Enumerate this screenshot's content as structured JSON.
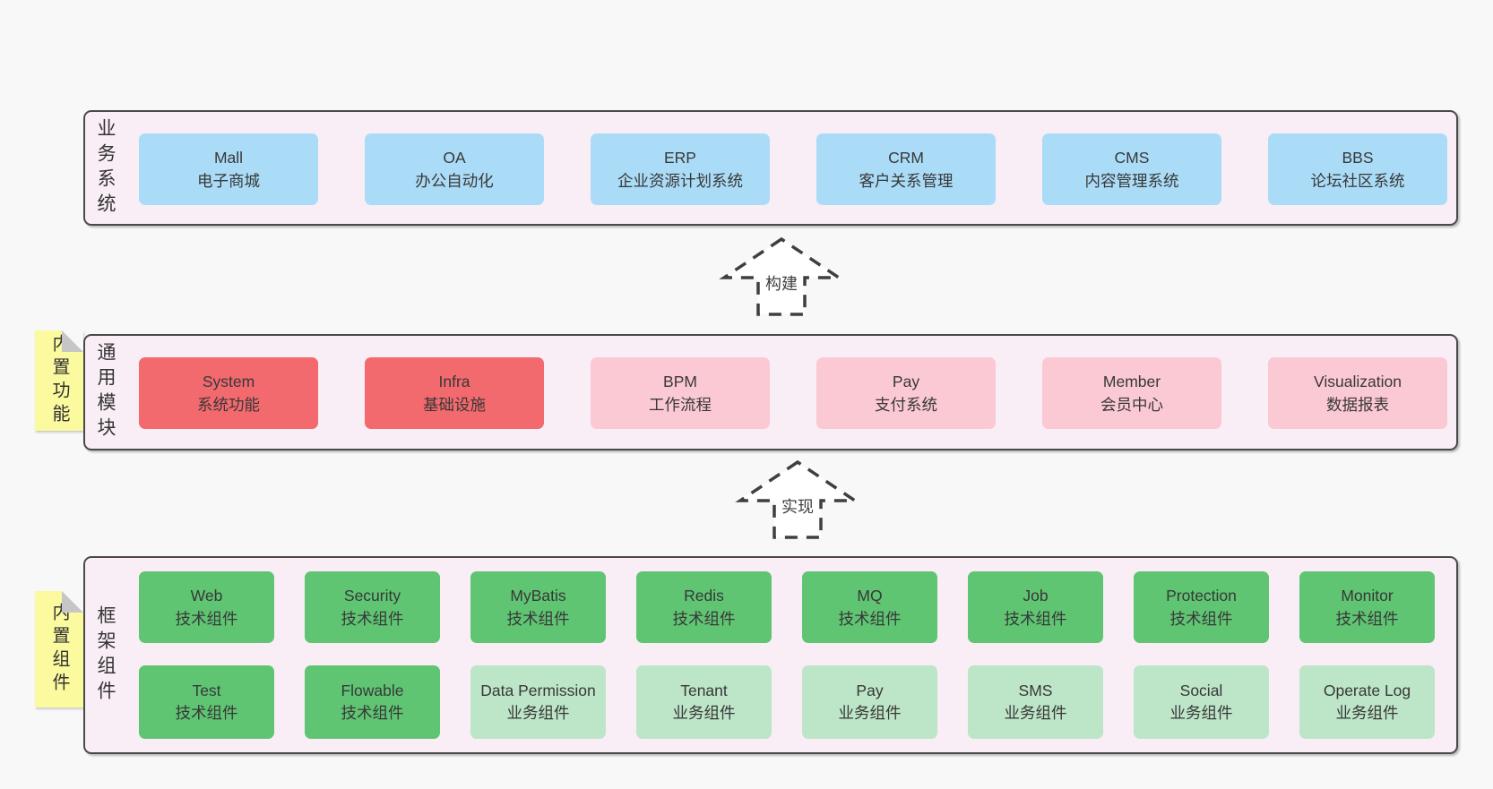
{
  "diagram": {
    "colors": {
      "page_bg": "#f8f8f8",
      "section_bg": "#f9edf6",
      "section_border": "#4a4a4a",
      "blue_box": "#abdcf7",
      "red_box": "#f2696e",
      "pink_box": "#fbc9d3",
      "green_box": "#5fc573",
      "light_green_box": "#bde5c8",
      "sticky_tab": "#fbfa9e",
      "fold_gray": "#c6c6c6",
      "text": "#383838"
    },
    "arrows": {
      "build": "构建",
      "implement": "实现"
    },
    "sections": {
      "business": {
        "label": "业务系统",
        "boxes": [
          {
            "title": "Mall",
            "subtitle": "电子商城"
          },
          {
            "title": "OA",
            "subtitle": "办公自动化"
          },
          {
            "title": "ERP",
            "subtitle": "企业资源计划系统"
          },
          {
            "title": "CRM",
            "subtitle": "客户关系管理"
          },
          {
            "title": "CMS",
            "subtitle": "内容管理系统"
          },
          {
            "title": "BBS",
            "subtitle": "论坛社区系统"
          }
        ]
      },
      "modules": {
        "label": "通用模块",
        "tab": "内置功能",
        "boxes": [
          {
            "title": "System",
            "subtitle": "系统功能",
            "variant": "red"
          },
          {
            "title": "Infra",
            "subtitle": "基础设施",
            "variant": "red"
          },
          {
            "title": "BPM",
            "subtitle": "工作流程",
            "variant": "pink"
          },
          {
            "title": "Pay",
            "subtitle": "支付系统",
            "variant": "pink"
          },
          {
            "title": "Member",
            "subtitle": "会员中心",
            "variant": "pink"
          },
          {
            "title": "Visualization",
            "subtitle": "数据报表",
            "variant": "pink"
          }
        ]
      },
      "components": {
        "label": "框架组件",
        "tab": "内置组件",
        "row1": [
          {
            "title": "Web",
            "subtitle": "技术组件",
            "variant": "green"
          },
          {
            "title": "Security",
            "subtitle": "技术组件",
            "variant": "green"
          },
          {
            "title": "MyBatis",
            "subtitle": "技术组件",
            "variant": "green"
          },
          {
            "title": "Redis",
            "subtitle": "技术组件",
            "variant": "green"
          },
          {
            "title": "MQ",
            "subtitle": "技术组件",
            "variant": "green"
          },
          {
            "title": "Job",
            "subtitle": "技术组件",
            "variant": "green"
          },
          {
            "title": "Protection",
            "subtitle": "技术组件",
            "variant": "green"
          },
          {
            "title": "Monitor",
            "subtitle": "技术组件",
            "variant": "green"
          }
        ],
        "row2": [
          {
            "title": "Test",
            "subtitle": "技术组件",
            "variant": "green"
          },
          {
            "title": "Flowable",
            "subtitle": "技术组件",
            "variant": "green"
          },
          {
            "title": "Data Permission",
            "subtitle": "业务组件",
            "variant": "light-green"
          },
          {
            "title": "Tenant",
            "subtitle": "业务组件",
            "variant": "light-green"
          },
          {
            "title": "Pay",
            "subtitle": "业务组件",
            "variant": "light-green"
          },
          {
            "title": "SMS",
            "subtitle": "业务组件",
            "variant": "light-green"
          },
          {
            "title": "Social",
            "subtitle": "业务组件",
            "variant": "light-green"
          },
          {
            "title": "Operate Log",
            "subtitle": "业务组件",
            "variant": "light-green"
          }
        ]
      }
    }
  }
}
